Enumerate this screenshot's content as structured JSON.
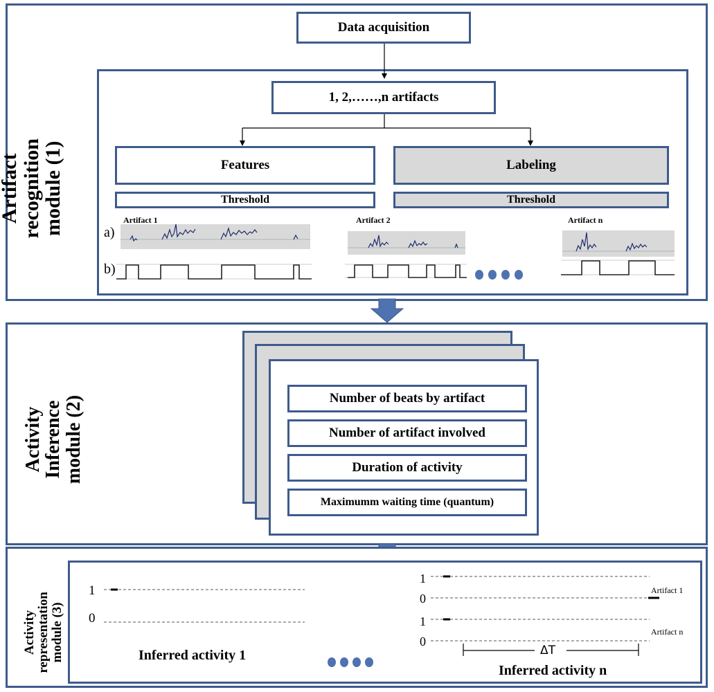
{
  "module1": {
    "label_line1": "Artifact",
    "label_line2": "recognition",
    "label_line3": "module (1)",
    "data_acquisition": "Data acquisition",
    "artifacts_box": "1, 2,……,n artifacts",
    "features": "Features",
    "labeling": "Labeling",
    "threshold_left": "Threshold",
    "threshold_right": "Threshold",
    "row_a": "a)",
    "row_b": "b)",
    "artifact1": "Artifact 1",
    "artifact2": "Artifact 2",
    "artifactn": "Artifact n"
  },
  "module2": {
    "label_line1": "Activity",
    "label_line2": "Inference",
    "label_line3": "module (2)",
    "items": [
      "Number of beats by artifact",
      "Number of artifact involved",
      "Duration of activity",
      "Maximumm waiting time (quantum)"
    ]
  },
  "module3": {
    "label_line1": "Activity",
    "label_line2": "representation",
    "label_line3": "module (3)",
    "level_one": "1",
    "level_zero": "0",
    "inferred1": "Inferred activity 1",
    "inferredn": "Inferred activity n",
    "artifact1_label": "Artifact 1",
    "artifactn_label": "Artifact n",
    "delta_t": "ΔT"
  },
  "colors": {
    "border": "#3e5b8c",
    "gray_fill": "#d9d9d9",
    "arrow": "#4f72b0",
    "signal": "#1f2a6b"
  }
}
